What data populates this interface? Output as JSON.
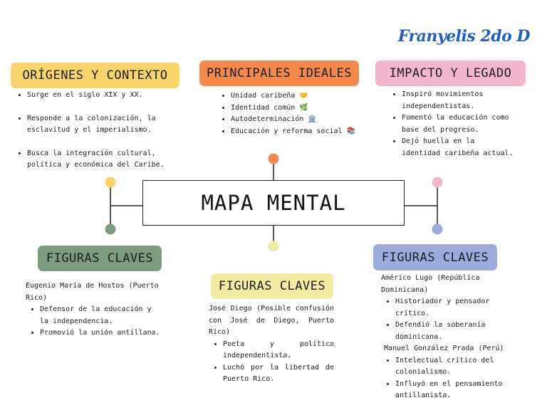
{
  "author": "Franyelis 2do D",
  "center_title": "MAPA MENTAL",
  "origenes": {
    "title": "ORÍGENES Y CONTEXTO",
    "items": [
      "Surge en el siglo XIX y XX.",
      "Responde a la colonización, la esclavitud y el imperialismo.",
      "Busca la integración cultural, política y económica del Caribe."
    ]
  },
  "ideales": {
    "title": "PRINCIPALES IDEALES",
    "items": [
      "Unidad caribeña 🤝",
      "Identidad común 🌿",
      "Autodeterminación 🏛️",
      "Educación y reforma social 📚"
    ]
  },
  "impacto": {
    "title": "IMPACTO Y LEGADO",
    "items": [
      "Inspiró movimientos independentistas.",
      "Fomentó la educación como base del progreso.",
      "Dejó huella en la identidad caribeña actual."
    ]
  },
  "figuras_left": {
    "title": "FIGURAS CLAVES",
    "person": "Eugenio María de Hostos (Puerto Rico)",
    "items": [
      "Defensor de la educación y la independencia.",
      "Promovió la unión antillana."
    ]
  },
  "figuras_middle": {
    "title": "FIGURAS CLAVES",
    "person": "José Diego (Posible confusión con José de Diego, Puerto Rico)",
    "items": [
      "Poeta y político independentista.",
      "Luchó por la libertad de Puerto Rico."
    ]
  },
  "figuras_right": {
    "title": "FIGURAS CLAVES",
    "person1": "Américo Lugo (República Dominicana)",
    "items1": [
      "Historiador y pensador crítico.",
      "Defendió la soberanía dominicana."
    ],
    "person2": "Manuel González Prada (Perú)",
    "items2": [
      "Intelectual crítico del colonialismo.",
      "Influyó en el pensamiento antillanista."
    ]
  },
  "colors": {
    "yellow": "#f8d46a",
    "orange": "#f5894a",
    "pink": "#f4b6cf",
    "green": "#7d9b7e",
    "light_yellow": "#f2eca2",
    "blue": "#9aabdc",
    "author_blue": "#1f5fc4"
  }
}
